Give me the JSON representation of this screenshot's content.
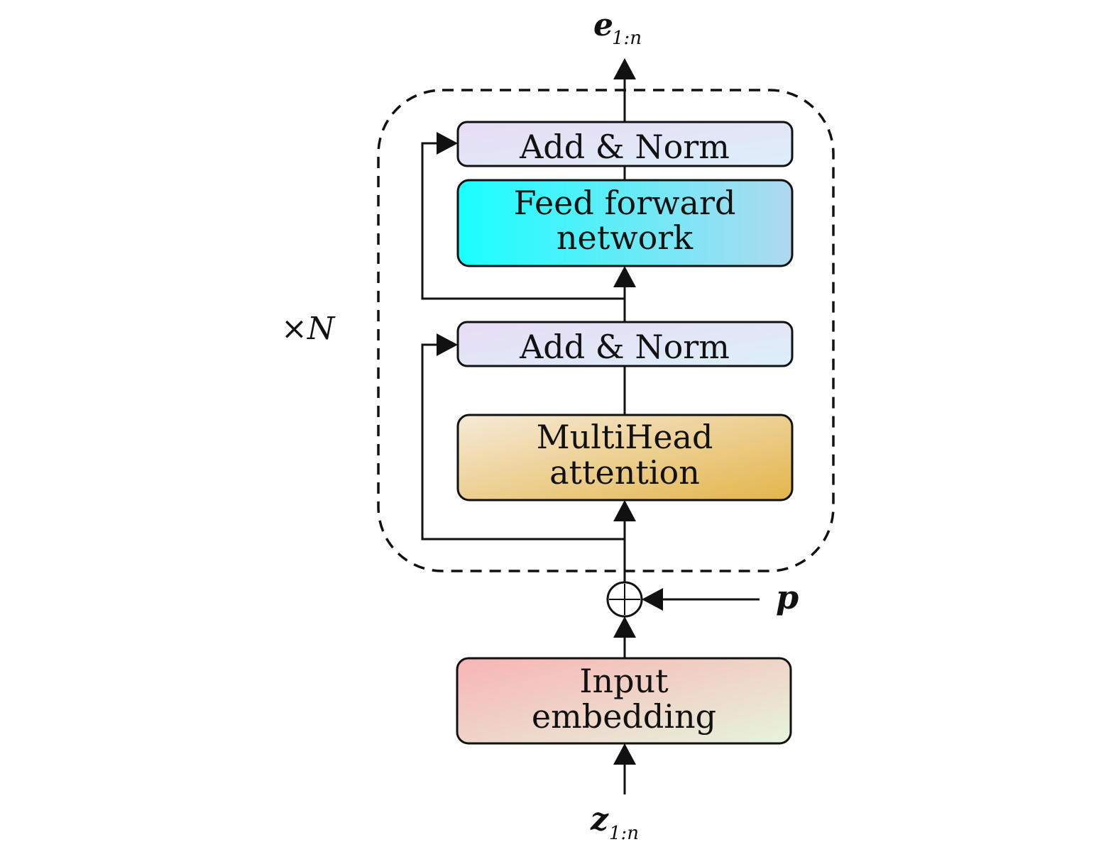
{
  "blocks": {
    "add_norm_top": "Add & Norm",
    "ffn_line1": "Feed forward",
    "ffn_line2": "network",
    "add_norm_bottom": "Add & Norm",
    "mha_line1": "MultiHead",
    "mha_line2": "attention",
    "input_line1": "Input",
    "input_line2": "embedding"
  },
  "symbols": {
    "output_var": "e",
    "output_sub": "1:n",
    "input_var": "z",
    "input_sub": "1:n",
    "position_var": "p",
    "repeat": "×N"
  },
  "colors": {
    "add_norm": [
      "#e8dcf4",
      "#dceffa"
    ],
    "ffn": [
      "#18ffff",
      "#b0d8ef"
    ],
    "mha": [
      "#f6ead8",
      "#e3b54a"
    ],
    "input_embedding": [
      "#f8b4b4",
      "#e6f4dc"
    ]
  }
}
